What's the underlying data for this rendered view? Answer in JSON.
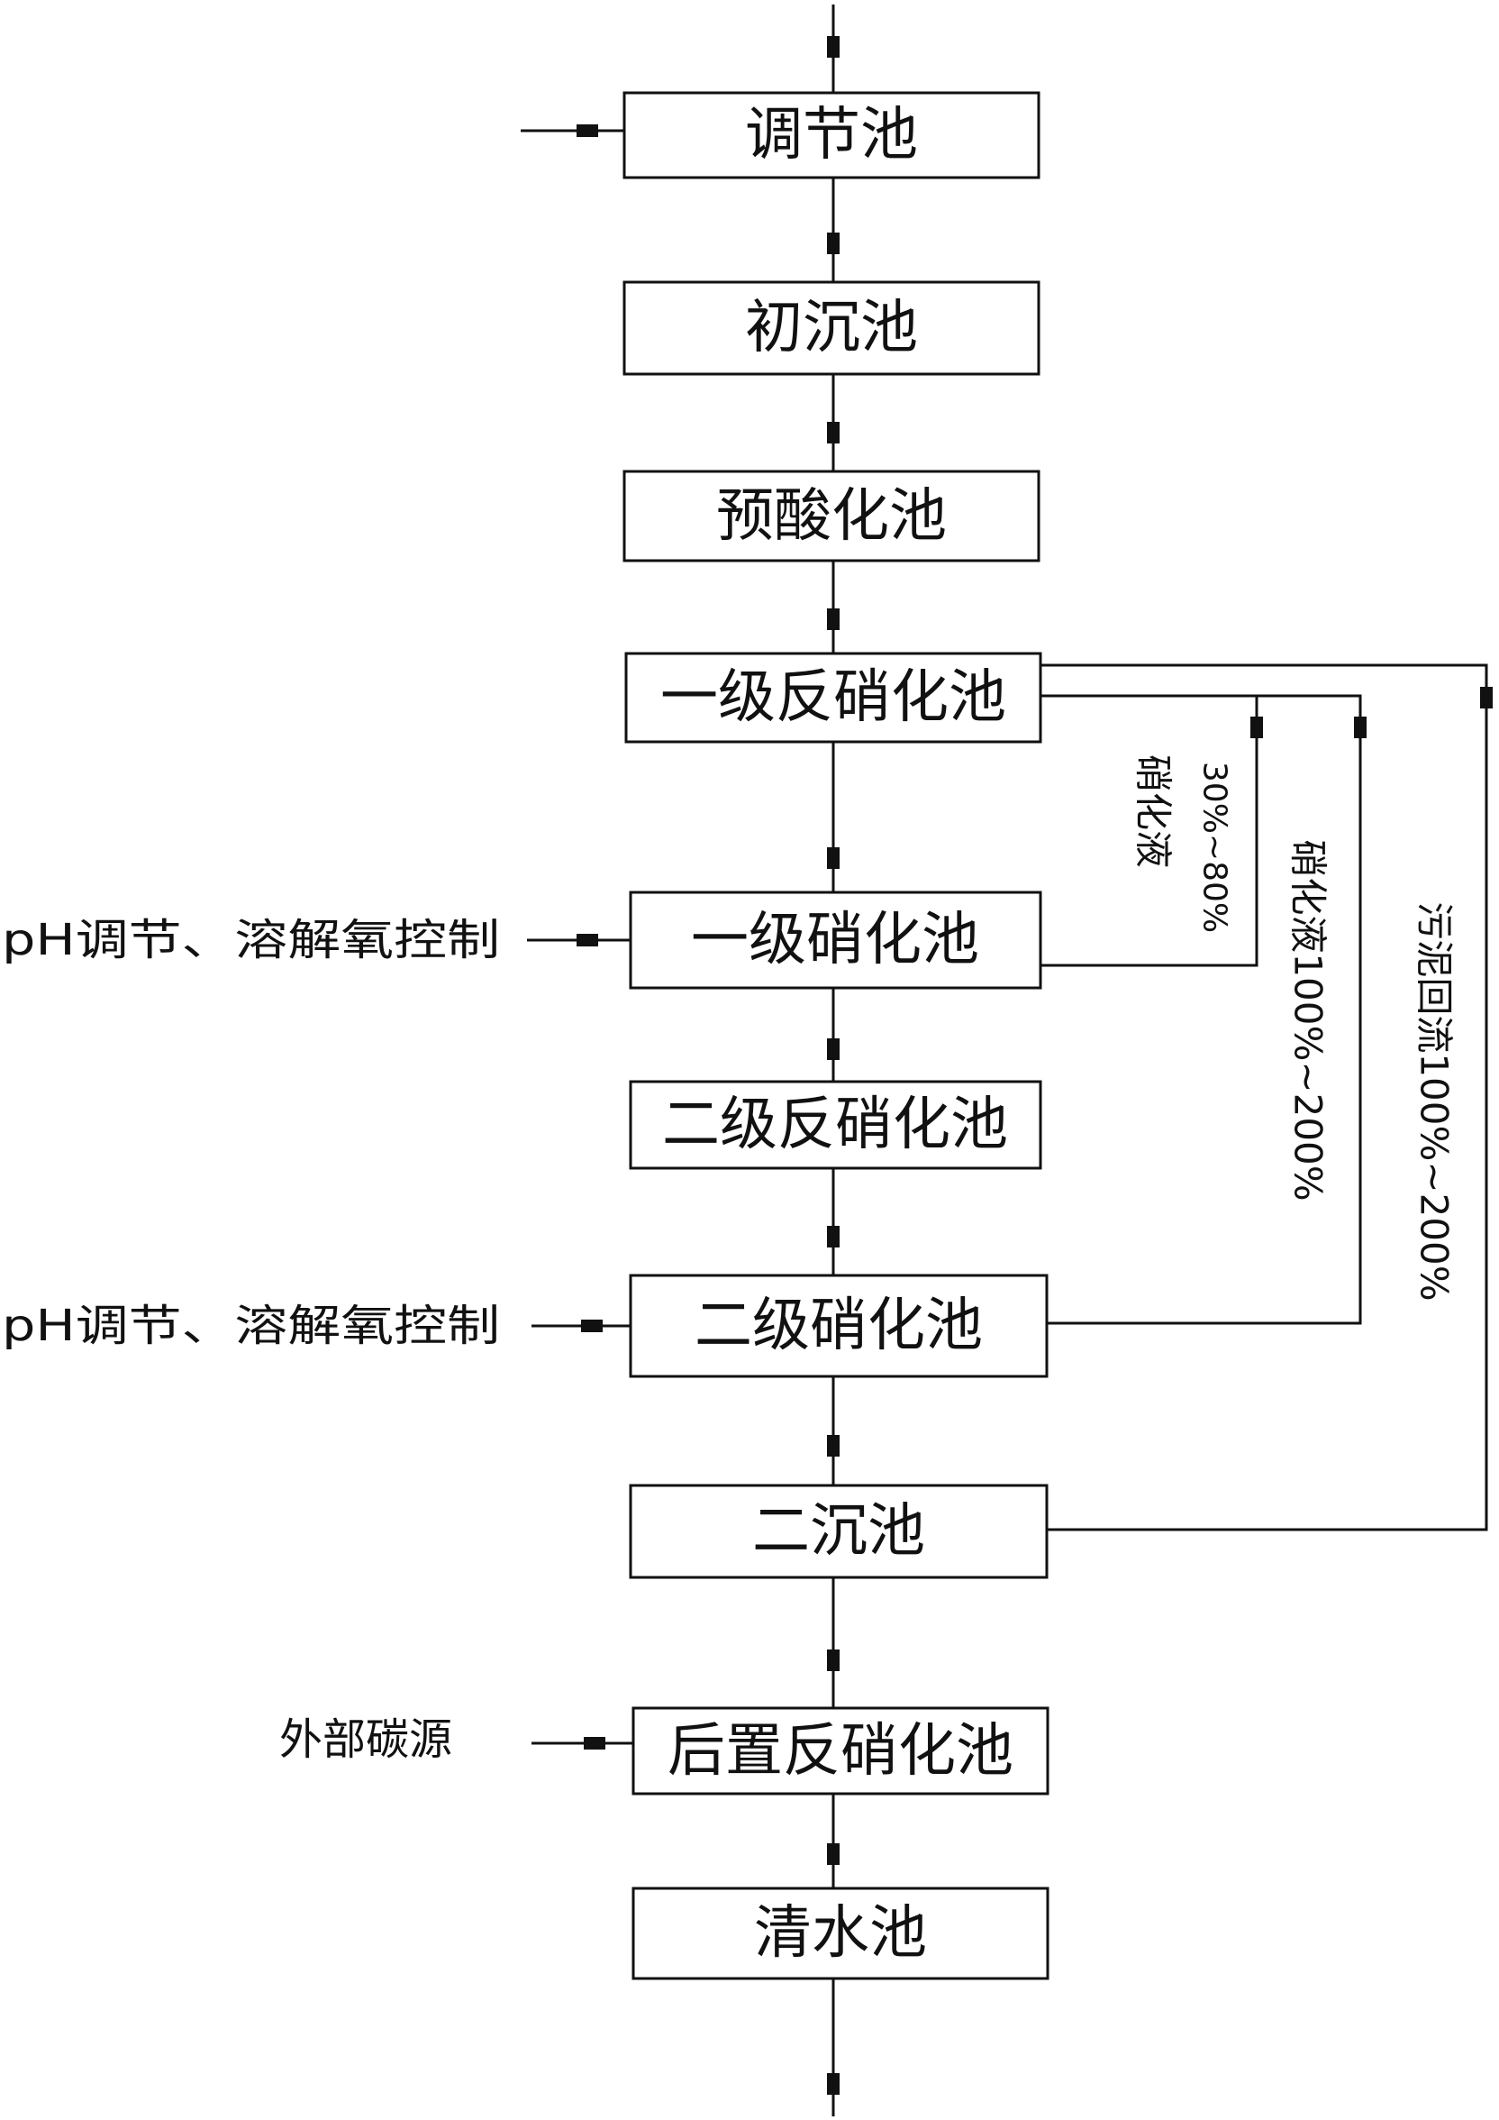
{
  "steps": [
    {
      "id": "tiaojiechi",
      "label": "调节池"
    },
    {
      "id": "chuchenchi",
      "label": "初沉池"
    },
    {
      "id": "yusuanhuachi",
      "label": "预酸化池"
    },
    {
      "id": "yiji-fanxiaohuachi",
      "label": "一级反硝化池"
    },
    {
      "id": "yiji-xiaohuachi",
      "label": "一级硝化池"
    },
    {
      "id": "erji-fanxiaohuachi",
      "label": "二级反硝化池"
    },
    {
      "id": "erji-xiaohuachi",
      "label": "二级硝化池"
    },
    {
      "id": "erchenchi",
      "label": "二沉池"
    },
    {
      "id": "houzhi-fanxiaohuachi",
      "label": "后置反硝化池"
    },
    {
      "id": "qingshuichi",
      "label": "清水池"
    }
  ],
  "inputs": {
    "ph_control_1": "pH调节、溶解氧控制",
    "ph_control_2": "pH调节、溶解氧控制",
    "external_carbon": "外部碳源"
  },
  "recycle": {
    "nitrified_liquid_1_name": "硝化液",
    "nitrified_liquid_1_ratio": "30%~80%",
    "nitrified_liquid_2": "硝化液100%~200%",
    "sludge_return": "污泥回流100%~200%"
  }
}
